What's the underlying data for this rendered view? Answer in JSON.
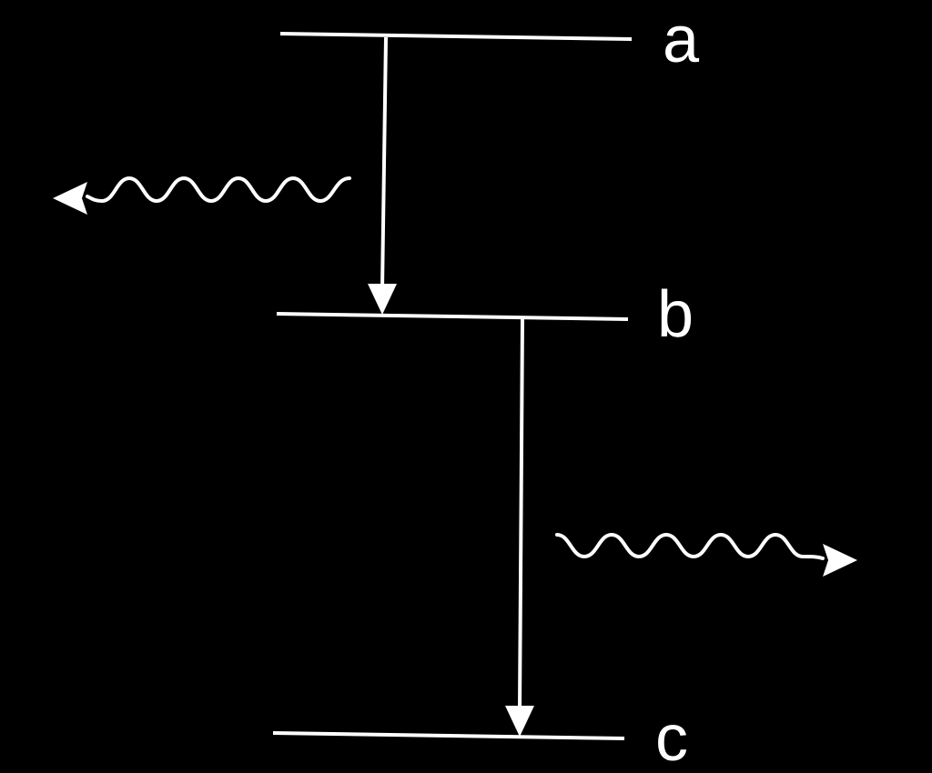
{
  "background_color": "#000000",
  "foreground_color": "#ffffff",
  "levels": [
    {
      "id": "a",
      "label": "a"
    },
    {
      "id": "b",
      "label": "b"
    },
    {
      "id": "c",
      "label": "c"
    }
  ],
  "transitions": [
    {
      "from": "a",
      "to": "b",
      "photon_direction": "left"
    },
    {
      "from": "b",
      "to": "c",
      "photon_direction": "right"
    }
  ]
}
